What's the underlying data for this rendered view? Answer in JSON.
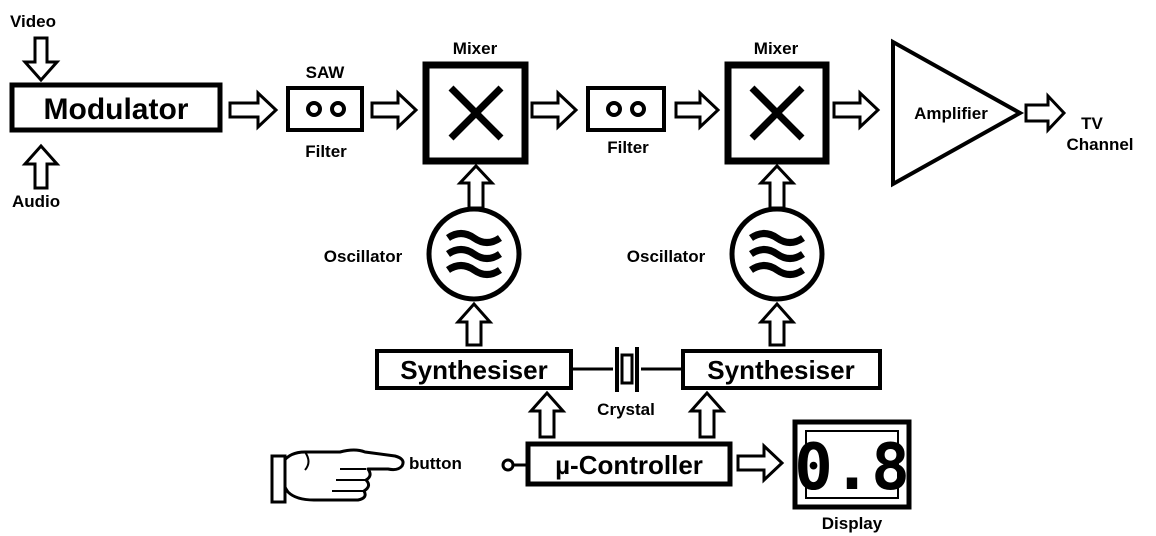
{
  "inputs": {
    "video": "Video",
    "audio": "Audio"
  },
  "modulator": {
    "label": "Modulator"
  },
  "saw_filter": {
    "top_label": "SAW",
    "bottom_label": "Filter"
  },
  "mixer1": {
    "label": "Mixer"
  },
  "filter2": {
    "label": "Filter"
  },
  "mixer2": {
    "label": "Mixer"
  },
  "amplifier": {
    "label": "Amplifier"
  },
  "output": {
    "line1": "TV",
    "line2": "Channel"
  },
  "oscillator1": {
    "label": "Oscillator"
  },
  "oscillator2": {
    "label": "Oscillator"
  },
  "synthesiser1": {
    "label": "Synthesiser"
  },
  "synthesiser2": {
    "label": "Synthesiser"
  },
  "crystal": {
    "label": "Crystal"
  },
  "controller": {
    "label": "µ-Controller"
  },
  "button": {
    "label": "button"
  },
  "display": {
    "label": "Display",
    "value": "0.8"
  },
  "colors": {
    "ink": "#000000",
    "background": "#ffffff"
  },
  "icons": [
    "pointing-hand-icon",
    "mixer-x-icon",
    "oscillator-wave-icon",
    "crystal-icon",
    "filter-circles-icon"
  ]
}
